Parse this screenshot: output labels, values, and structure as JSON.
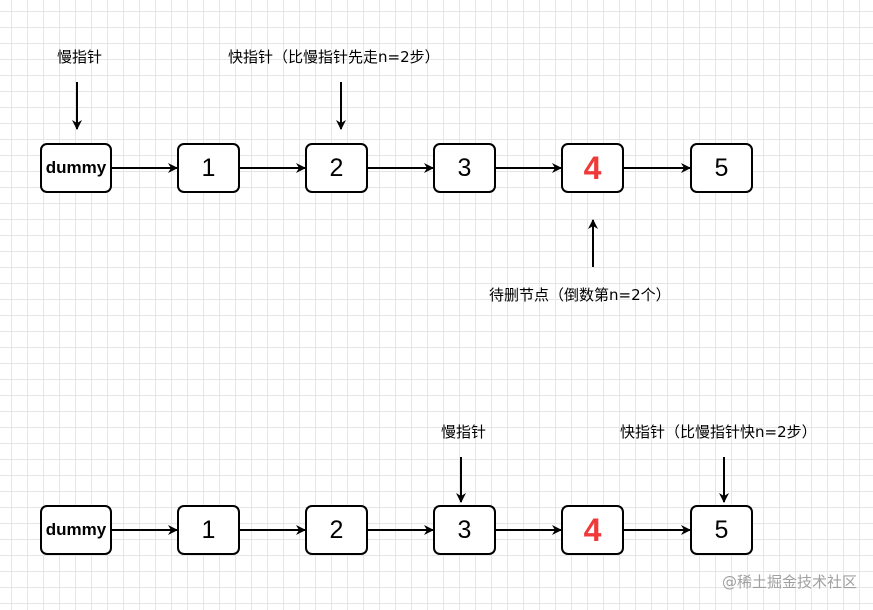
{
  "row1": {
    "nodes": [
      {
        "text": "dummy",
        "kind": "dummy"
      },
      {
        "text": "1",
        "kind": "normal"
      },
      {
        "text": "2",
        "kind": "normal"
      },
      {
        "text": "3",
        "kind": "normal"
      },
      {
        "text": "4",
        "kind": "target"
      },
      {
        "text": "5",
        "kind": "normal"
      }
    ],
    "slow_label": "慢指针",
    "fast_label": "快指针（比慢指针先走n=2步）",
    "delete_label": "待删节点（倒数第n=2个）"
  },
  "row2": {
    "nodes": [
      {
        "text": "dummy",
        "kind": "dummy"
      },
      {
        "text": "1",
        "kind": "normal"
      },
      {
        "text": "2",
        "kind": "normal"
      },
      {
        "text": "3",
        "kind": "normal"
      },
      {
        "text": "4",
        "kind": "target"
      },
      {
        "text": "5",
        "kind": "normal"
      }
    ],
    "slow_label": "慢指针",
    "fast_label": "快指针（比慢指针快n=2步）"
  },
  "colors": {
    "target": "#f03a3a",
    "stroke": "#000000",
    "watermark": "#a0a0a0"
  },
  "watermark": "@稀土掘金技术社区"
}
